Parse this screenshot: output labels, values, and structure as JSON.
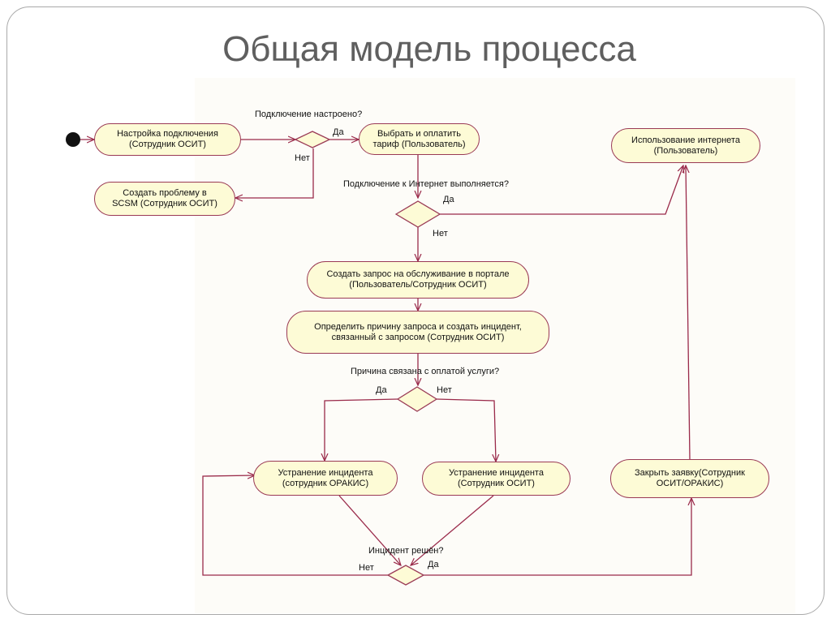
{
  "title": "Общая модель процесса",
  "nodes": {
    "setup_connection": "Настройка подключения\n(Сотрудник ОСИТ)",
    "choose_tariff": "Выбрать и оплатить\nтариф (Пользователь)",
    "use_internet": "Использование интернета\n(Пользователь)",
    "create_problem": "Создать проблему в\nSCSM (Сотрудник ОСИТ)",
    "create_request": "Создать запрос на обслуживание в портале\n(Пользователь/Сотрудник ОСИТ)",
    "identify_cause": "Определить причину запроса и создать инцидент,\nсвязанный с запросом (Сотрудник ОСИТ)",
    "fix_orakis": "Устранение инцидента\n(сотрудник ОРАКИС)",
    "fix_osit": "Устранение инцидента\n(Сотрудник ОСИТ)",
    "close_request": "Закрыть заявку(Сотрудник\nОСИТ/ОРАКИС)"
  },
  "decisions": {
    "connection_configured": "Подключение настроено?",
    "internet_works": "Подключение к Интернет выполняется?",
    "cause_payment": "Причина связана с оплатой услуги?",
    "incident_solved": "Инцидент решён?"
  },
  "branch_labels": {
    "configured_yes": "Да",
    "configured_no": "Нет",
    "internet_yes": "Да",
    "internet_no": "Нет",
    "payment_yes": "Да",
    "payment_no": "Нет",
    "solved_no": "Нет",
    "solved_yes": "Да"
  },
  "colors": {
    "node_fill": "#fdfbd6",
    "node_border": "#9a3a55",
    "edge": "#9a2a4a",
    "title": "#5f5f5f"
  }
}
